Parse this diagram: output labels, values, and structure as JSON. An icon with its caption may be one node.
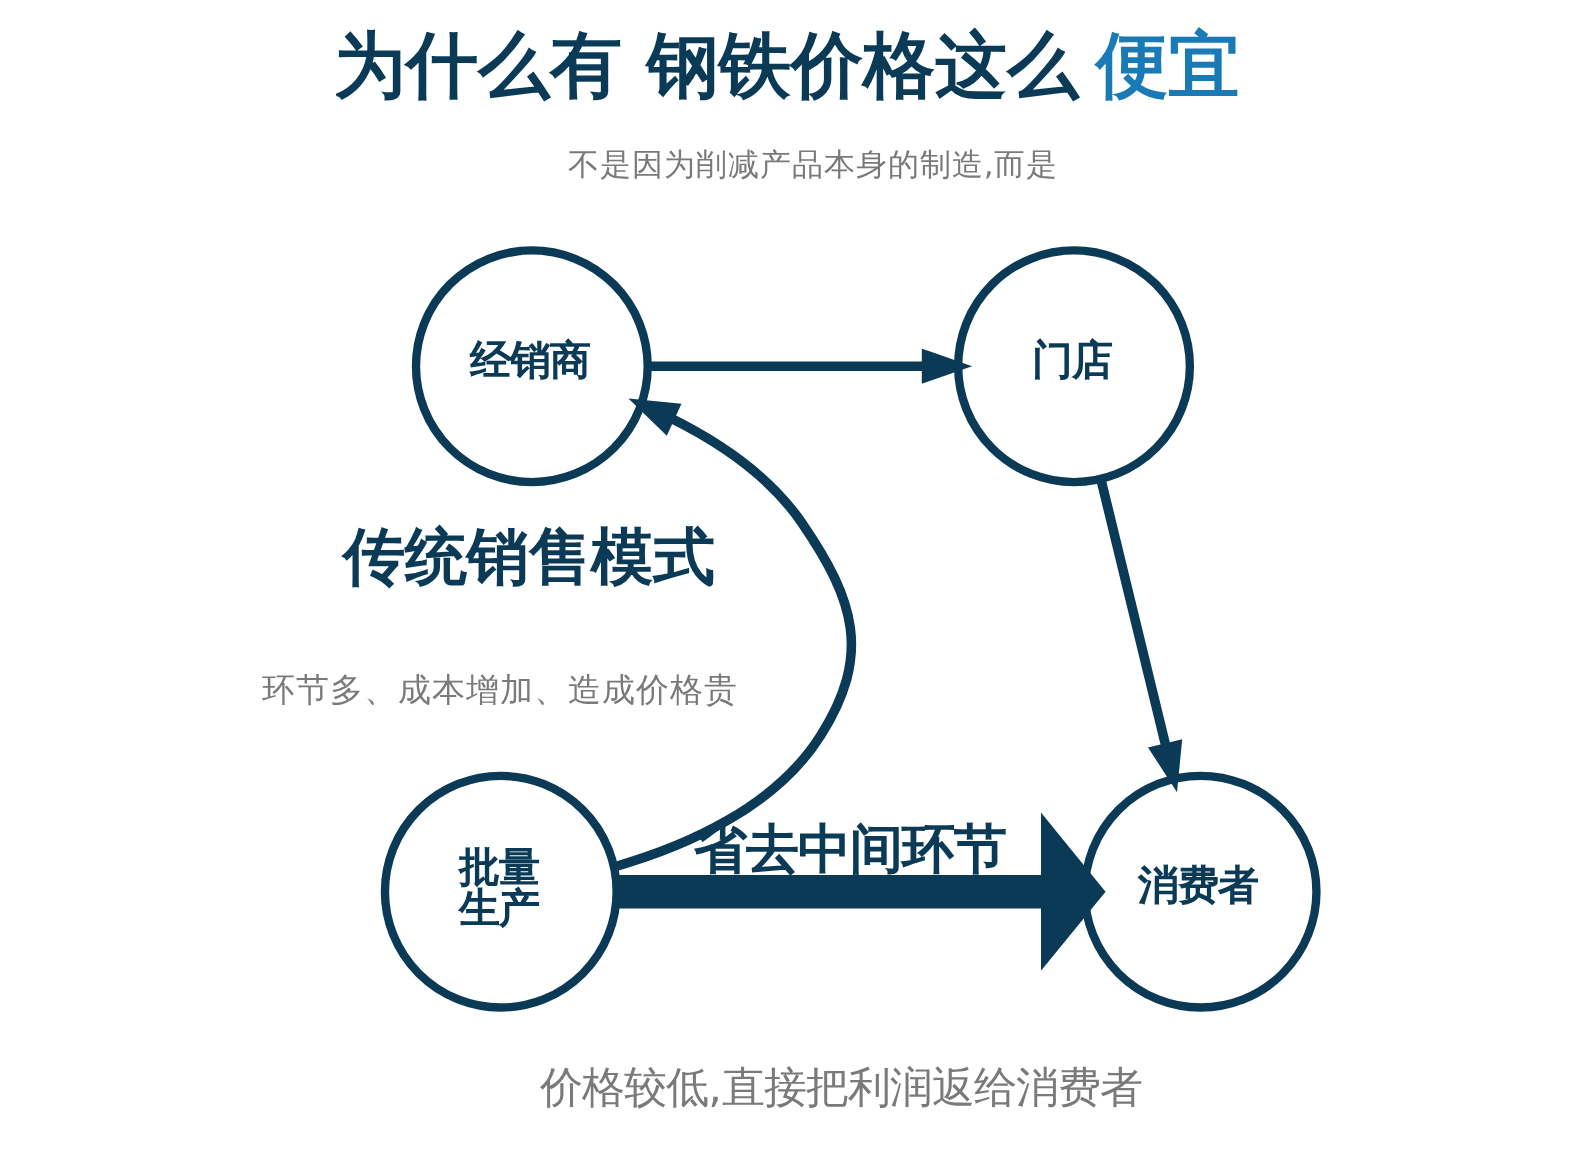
{
  "diagram": {
    "title": "为什么有 钢铁价格这么 便宜",
    "nodes": [
      {
        "text": [
          "经销商"
        ]
      },
      {
        "text": [
          "门店"
        ]
      },
      {
        "text": [
          "批量生产"
        ]
      },
      {
        "text": [
          "消费者"
        ]
      }
    ],
    "edges": [
      {
        "from": 2,
        "to": 0,
        "arrow": "to"
      },
      {
        "from": 0,
        "to": 1,
        "arrow": "to"
      },
      {
        "from": 1,
        "to": 3,
        "arrow": "to"
      },
      {
        "from": 2,
        "to": 3,
        "arrow": "to",
        "label": "省去中间环节",
        "style": "thick"
      }
    ],
    "labels": [
      "不是因为削减产品本身的制造,而是",
      "传统销售模式",
      "环节多、成本增加、造成价格贵",
      "价格较低,直接把利润返给消费者"
    ]
  }
}
